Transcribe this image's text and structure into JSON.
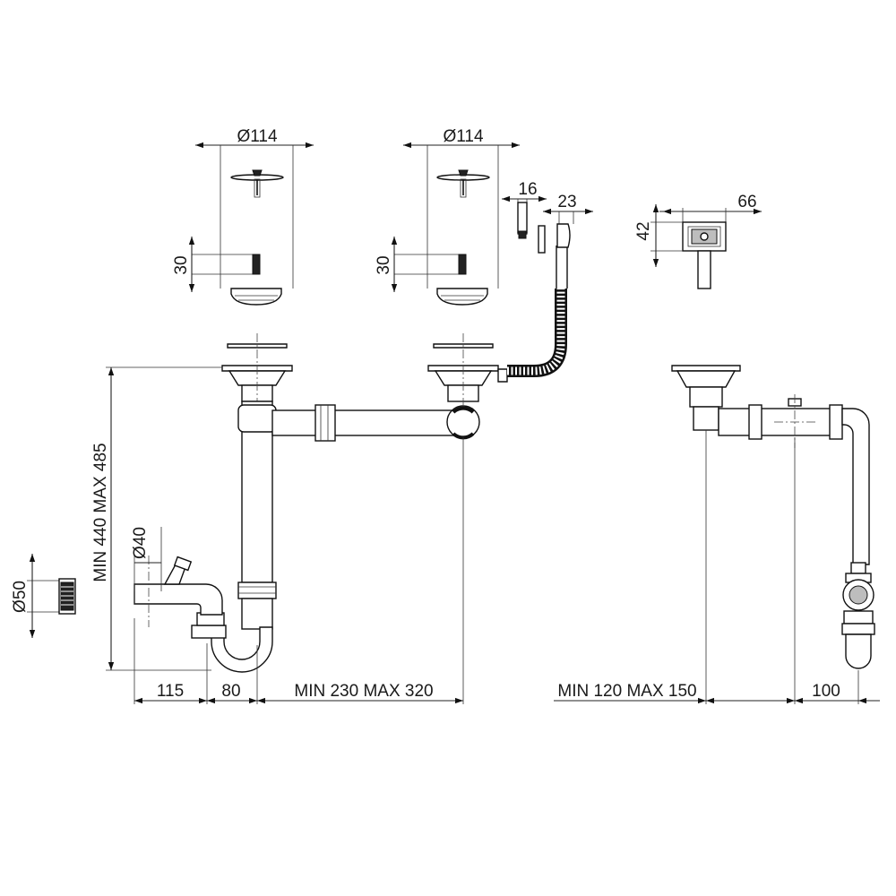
{
  "dimensions": {
    "top_left_diameter": "Ø114",
    "top_middle_diameter": "Ø114",
    "left_strainer_height": "30",
    "middle_strainer_height": "30",
    "pin_width": "16",
    "pin_length": "23",
    "overflow_width": "66",
    "overflow_height": "42",
    "adapter_diameter": "Ø50",
    "hose_diameter": "Ø40",
    "total_height": "MIN 440 MAX 485",
    "bottom_left": "115",
    "bottom_center": "80",
    "bottom_span": "MIN 230 MAX 320",
    "side_span": "MIN 120 MAX 150",
    "side_offset": "100"
  }
}
